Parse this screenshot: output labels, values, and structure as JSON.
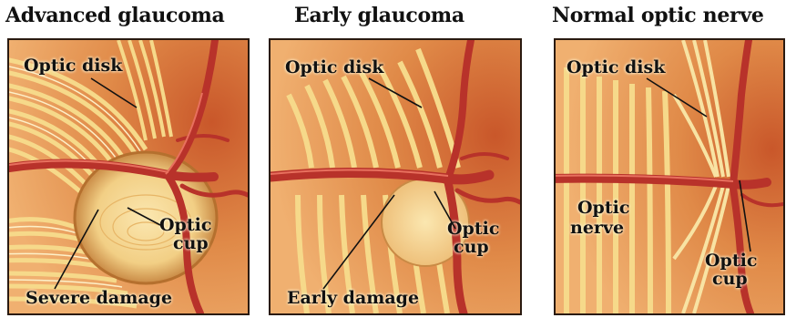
{
  "panels": [
    {
      "title": "Advanced glaucoma",
      "labels": {
        "optic_disk": "Optic disk",
        "optic_cup_line1": "Optic",
        "optic_cup_line2": "cup",
        "damage": "Severe damage"
      }
    },
    {
      "title": "Early glaucoma",
      "labels": {
        "optic_disk": "Optic disk",
        "optic_cup_line1": "Optic",
        "optic_cup_line2": "cup",
        "damage": "Early damage"
      }
    },
    {
      "title": "Normal optic nerve",
      "labels": {
        "optic_disk": "Optic disk",
        "optic_nerve_line1": "Optic",
        "optic_nerve_line2": "nerve",
        "optic_cup_line1": "Optic",
        "optic_cup_line2": "cup"
      }
    }
  ],
  "colors": {
    "fiber": "#f4d27a",
    "fiber_light": "#fbe9b3",
    "background_tissue": "#d9783a",
    "vessel": "#b8322a",
    "frame": "#2a1a10"
  }
}
